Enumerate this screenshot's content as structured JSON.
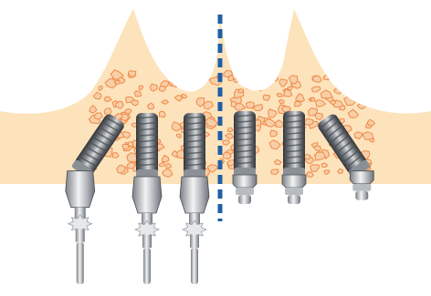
{
  "figure": {
    "colors": {
      "background": "#ffffff",
      "bone": "#fde3bb",
      "bone_texture_fill": "#f7cfa6",
      "bone_texture_stroke": "#f08a4b",
      "implant_dark": "#4a4d52",
      "implant_mid": "#8b9096",
      "implant_light": "#e6e8ea",
      "abutment_metal": "#b7bcc1",
      "midline": "#1f5fa5"
    },
    "parts": {
      "bone_arch": "jaw-bone-cross-section",
      "texture": "bone-graft-particles",
      "midline": "dashed-midline",
      "implants": [
        {
          "name": "implant-1",
          "type": "angled-multi-unit-abutment",
          "tilt_deg": 34
        },
        {
          "name": "implant-2",
          "type": "straight-multi-unit-abutment",
          "tilt_deg": 0
        },
        {
          "name": "implant-3",
          "type": "straight-multi-unit-abutment",
          "tilt_deg": 0
        },
        {
          "name": "implant-4",
          "type": "straight-short-abutment",
          "tilt_deg": 0
        },
        {
          "name": "implant-5",
          "type": "straight-short-abutment",
          "tilt_deg": 0
        },
        {
          "name": "implant-6",
          "type": "angled-short-abutment",
          "tilt_deg": -34
        }
      ]
    }
  }
}
